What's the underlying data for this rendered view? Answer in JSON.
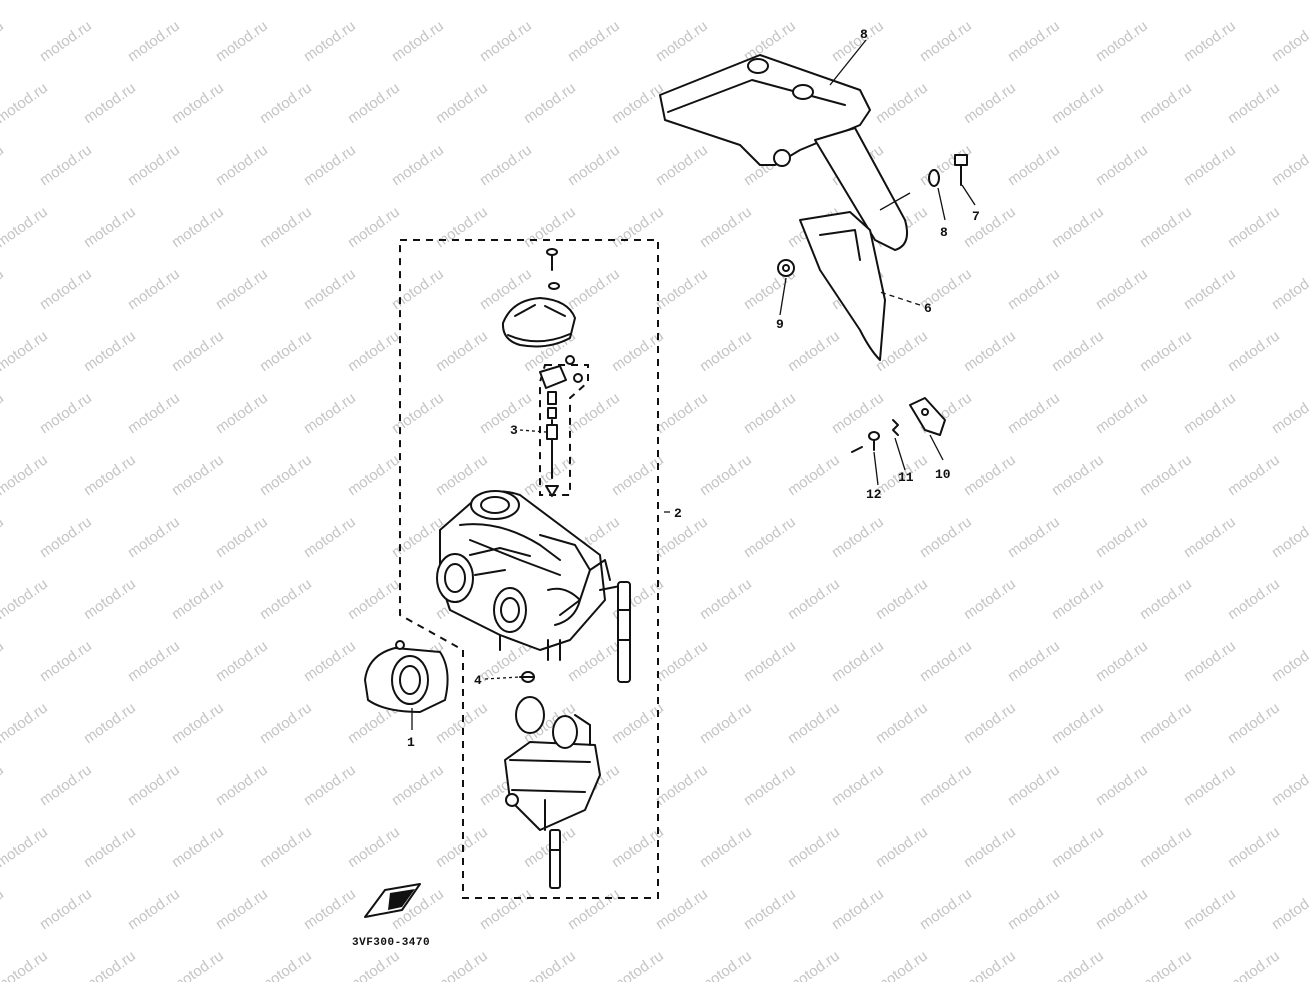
{
  "watermark": {
    "text": "motod.ru",
    "color": "#c4c4c4"
  },
  "diagram": {
    "drawing_code": "3VF300-3470",
    "callouts": [
      "1",
      "2",
      "3",
      "4",
      "6",
      "6",
      "7",
      "8",
      "8",
      "9",
      "10",
      "11",
      "12"
    ]
  }
}
